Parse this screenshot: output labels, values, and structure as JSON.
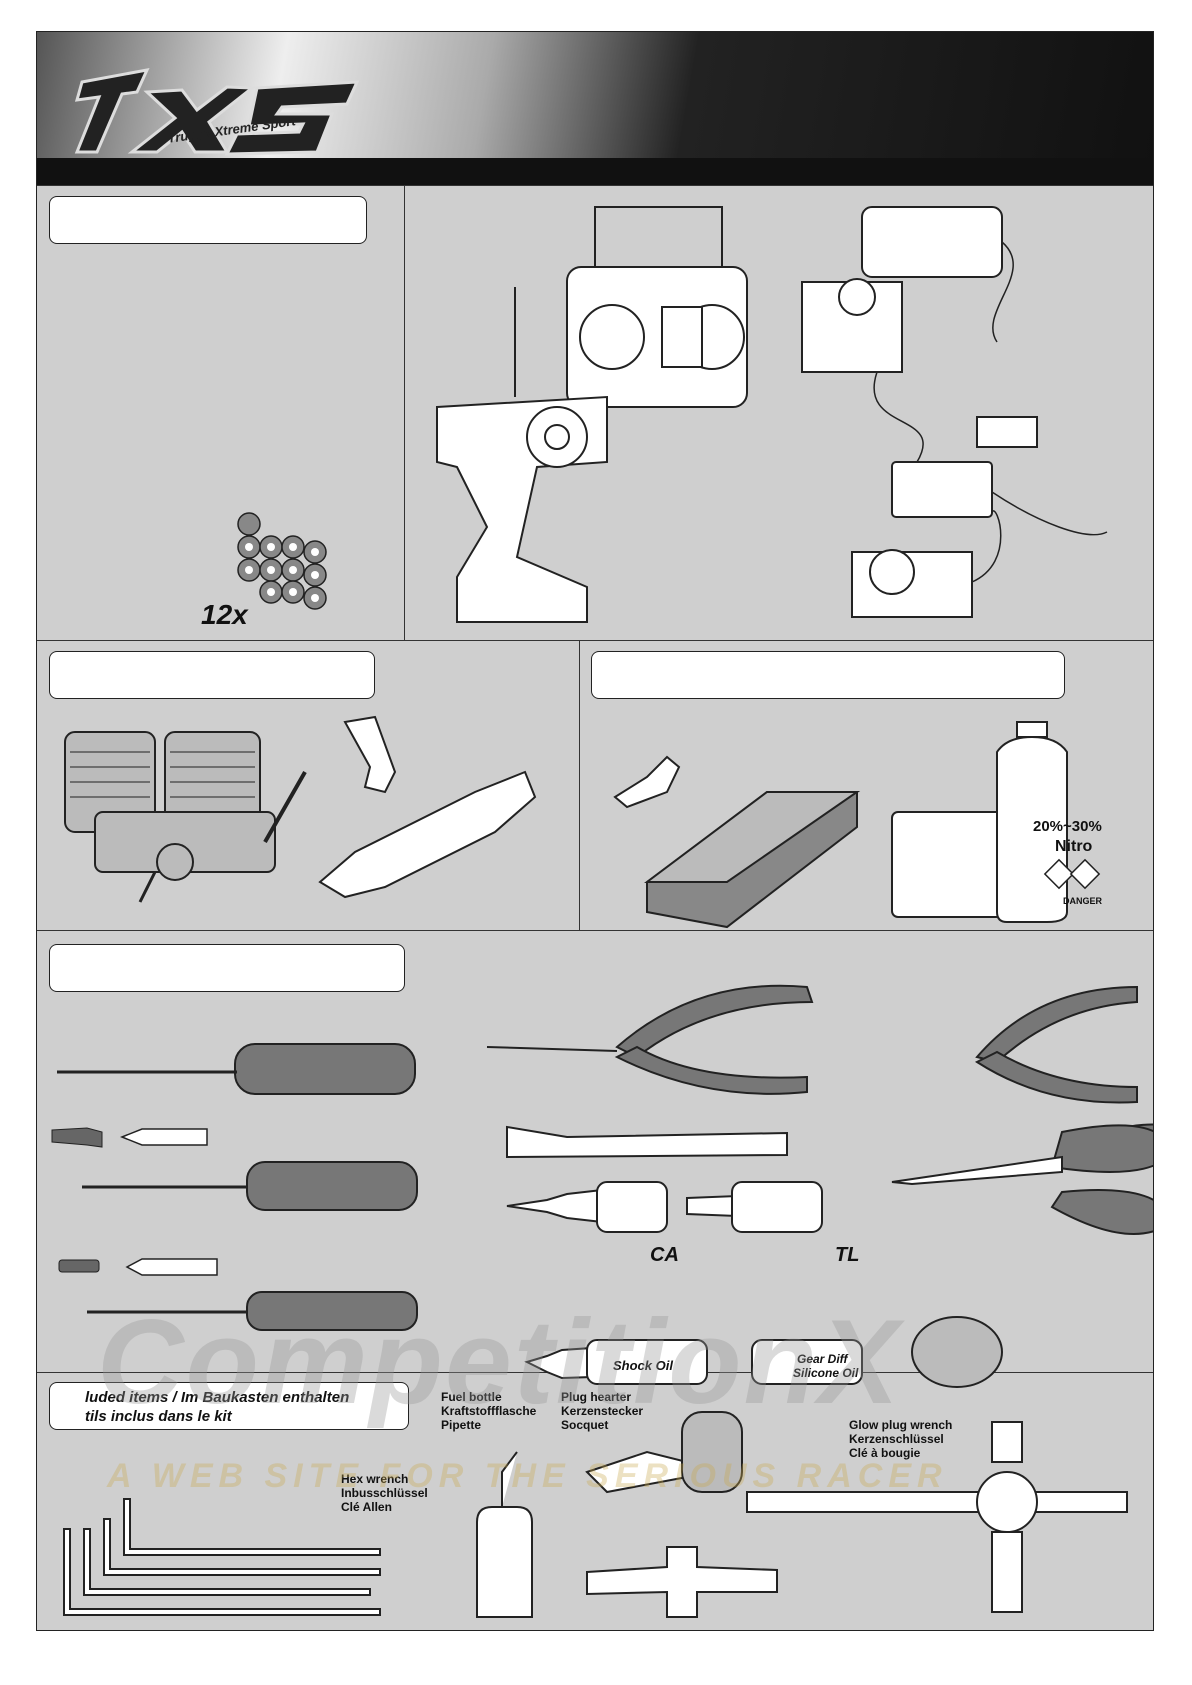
{
  "logo": {
    "main": "TXS",
    "subtitle": "Truggy Xtreme Sport"
  },
  "batteries": {
    "count": "12x"
  },
  "nitro_bottle": {
    "percent": "20%~30%",
    "name": "Nitro",
    "warning": "DANGER"
  },
  "glues": {
    "ca": "CA",
    "tl": "TL",
    "shock_oil": "Shock Oil",
    "gear_diff_1": "Gear Diff",
    "gear_diff_2": "Silicone Oil"
  },
  "included_label": {
    "line1": "luded items / Im Baukasten enthalten",
    "line2": "tils inclus dans le kit"
  },
  "fuel_bottle": {
    "en": "Fuel bottle",
    "de": "Kraftstoffflasche",
    "fr": "Pipette"
  },
  "plug_heater": {
    "en": "Plug hearter",
    "de": "Kerzenstecker",
    "fr": "Socquet"
  },
  "glow_wrench": {
    "en": "Glow plug wrench",
    "de": "Kerzenschlüssel",
    "fr": "Clé à bougie"
  },
  "hex_wrench": {
    "en": "Hex wrench",
    "de": "Inbusschlüssel",
    "fr": "Clé Allen"
  },
  "watermark": {
    "brand": "CompetitionX",
    "tagline": "A WEB SITE FOR THE SERIOUS RACER"
  },
  "colors": {
    "panel": "#cfcfcf",
    "banner_dark": "#111111",
    "watermark_red": "#c84a4a"
  }
}
